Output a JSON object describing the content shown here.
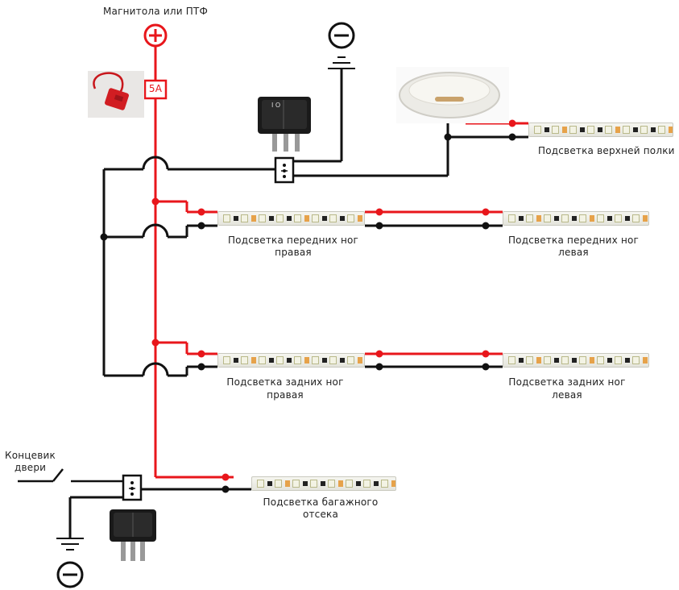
{
  "source": {
    "label": "Магнитола или ПТФ",
    "plus_symbol": "+"
  },
  "fuse": {
    "label": "5А"
  },
  "ground_top": {
    "minus_symbol": "−"
  },
  "ground_bottom": {
    "minus_symbol": "−"
  },
  "door_switch": {
    "label_line1": "Концевик",
    "label_line2": "двери"
  },
  "strips": [
    {
      "id": "upper-shelf",
      "line1": "Подсветка верхней полки",
      "line2": ""
    },
    {
      "id": "front-right",
      "line1": "Подсветка передних ног",
      "line2": "правая"
    },
    {
      "id": "front-left",
      "line1": "Подсветка передних ног",
      "line2": "левая"
    },
    {
      "id": "rear-right",
      "line1": "Подсветка задних ног",
      "line2": "правая"
    },
    {
      "id": "rear-left",
      "line1": "Подсветка задних ног",
      "line2": "левая"
    },
    {
      "id": "trunk",
      "line1": "Подсветка багажного",
      "line2": "отсека"
    }
  ],
  "colors": {
    "positive_wire": "#e8161b",
    "negative_wire": "#111111"
  }
}
